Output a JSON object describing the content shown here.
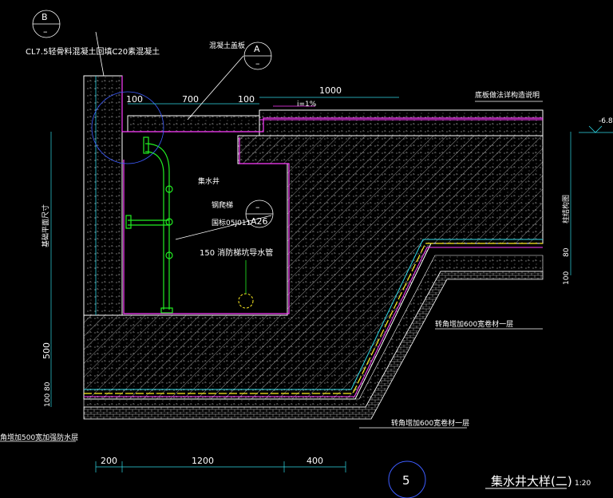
{
  "colors": {
    "background": "#000000",
    "concrete_line": "#ffffff",
    "waterproof_magenta": "#ff3cff",
    "cyan": "#2fd9e6",
    "green_pipe": "#22ee22",
    "yellow_layer": "#ffee22",
    "circle_blue": "#3d5cff"
  },
  "callouts": {
    "b_top": "B",
    "b_bottom": "–",
    "a_top": "A",
    "a_bottom": "–",
    "a26_top": "–",
    "a26_bottom": "A26",
    "drawing_no": "5"
  },
  "labels": {
    "fill_concrete": "CL7.5轻骨料混凝土回填C20素混凝土",
    "concrete_cover": "混凝土盖板",
    "slope": "i=1%",
    "floor_note": "底板做法详构造说明",
    "elevation": "-6.8",
    "sump": "集水井",
    "ladder": "钢爬梯",
    "ladder_ref": "国标05J011",
    "pipe": "150 消防梯坑导水管",
    "wall_ref": "基础平面尺寸",
    "rebar": "柱结构图",
    "corner_right": "转角增加600宽卷材一层",
    "corner_bottom": "转角增加600宽卷材一层",
    "corner_left": "角增加500宽加强防水层",
    "title": "集水井大样(二)",
    "scale": "1:20"
  },
  "dimensions": {
    "top_1000": "1000",
    "top_100a": "100",
    "top_700": "700",
    "top_100b": "100",
    "bottom_200": "200",
    "bottom_1200": "1200",
    "bottom_400": "400",
    "left_500": "500",
    "left_100a": "100",
    "left_80": "80",
    "right_80": "80",
    "right_100": "100"
  }
}
